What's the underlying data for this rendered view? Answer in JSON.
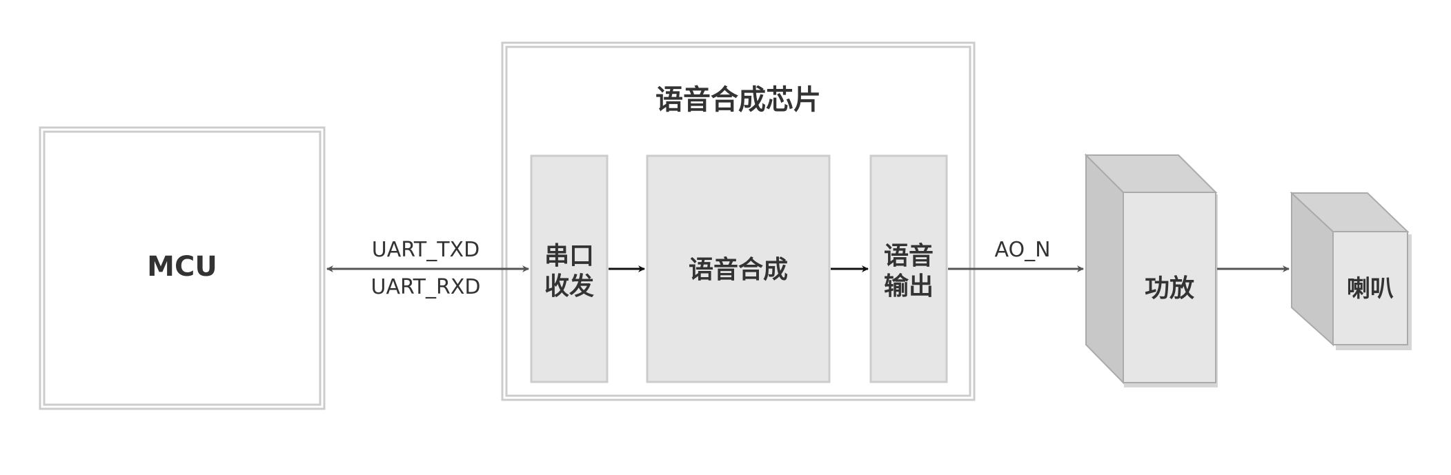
{
  "diagram": {
    "mcu": {
      "label": "MCU"
    },
    "chip": {
      "title": "语音合成芯片",
      "uart_block": {
        "line1": "串口",
        "line2": "收发"
      },
      "synth_block": {
        "label": "语音合成"
      },
      "output_block": {
        "line1": "语音",
        "line2": "输出"
      }
    },
    "amplifier": {
      "label": "功放"
    },
    "speaker": {
      "label": "喇叭"
    },
    "signals": {
      "uart_tx": "UART_TXD",
      "uart_rx": "UART_RXD",
      "audio_out": "AO_N"
    }
  }
}
